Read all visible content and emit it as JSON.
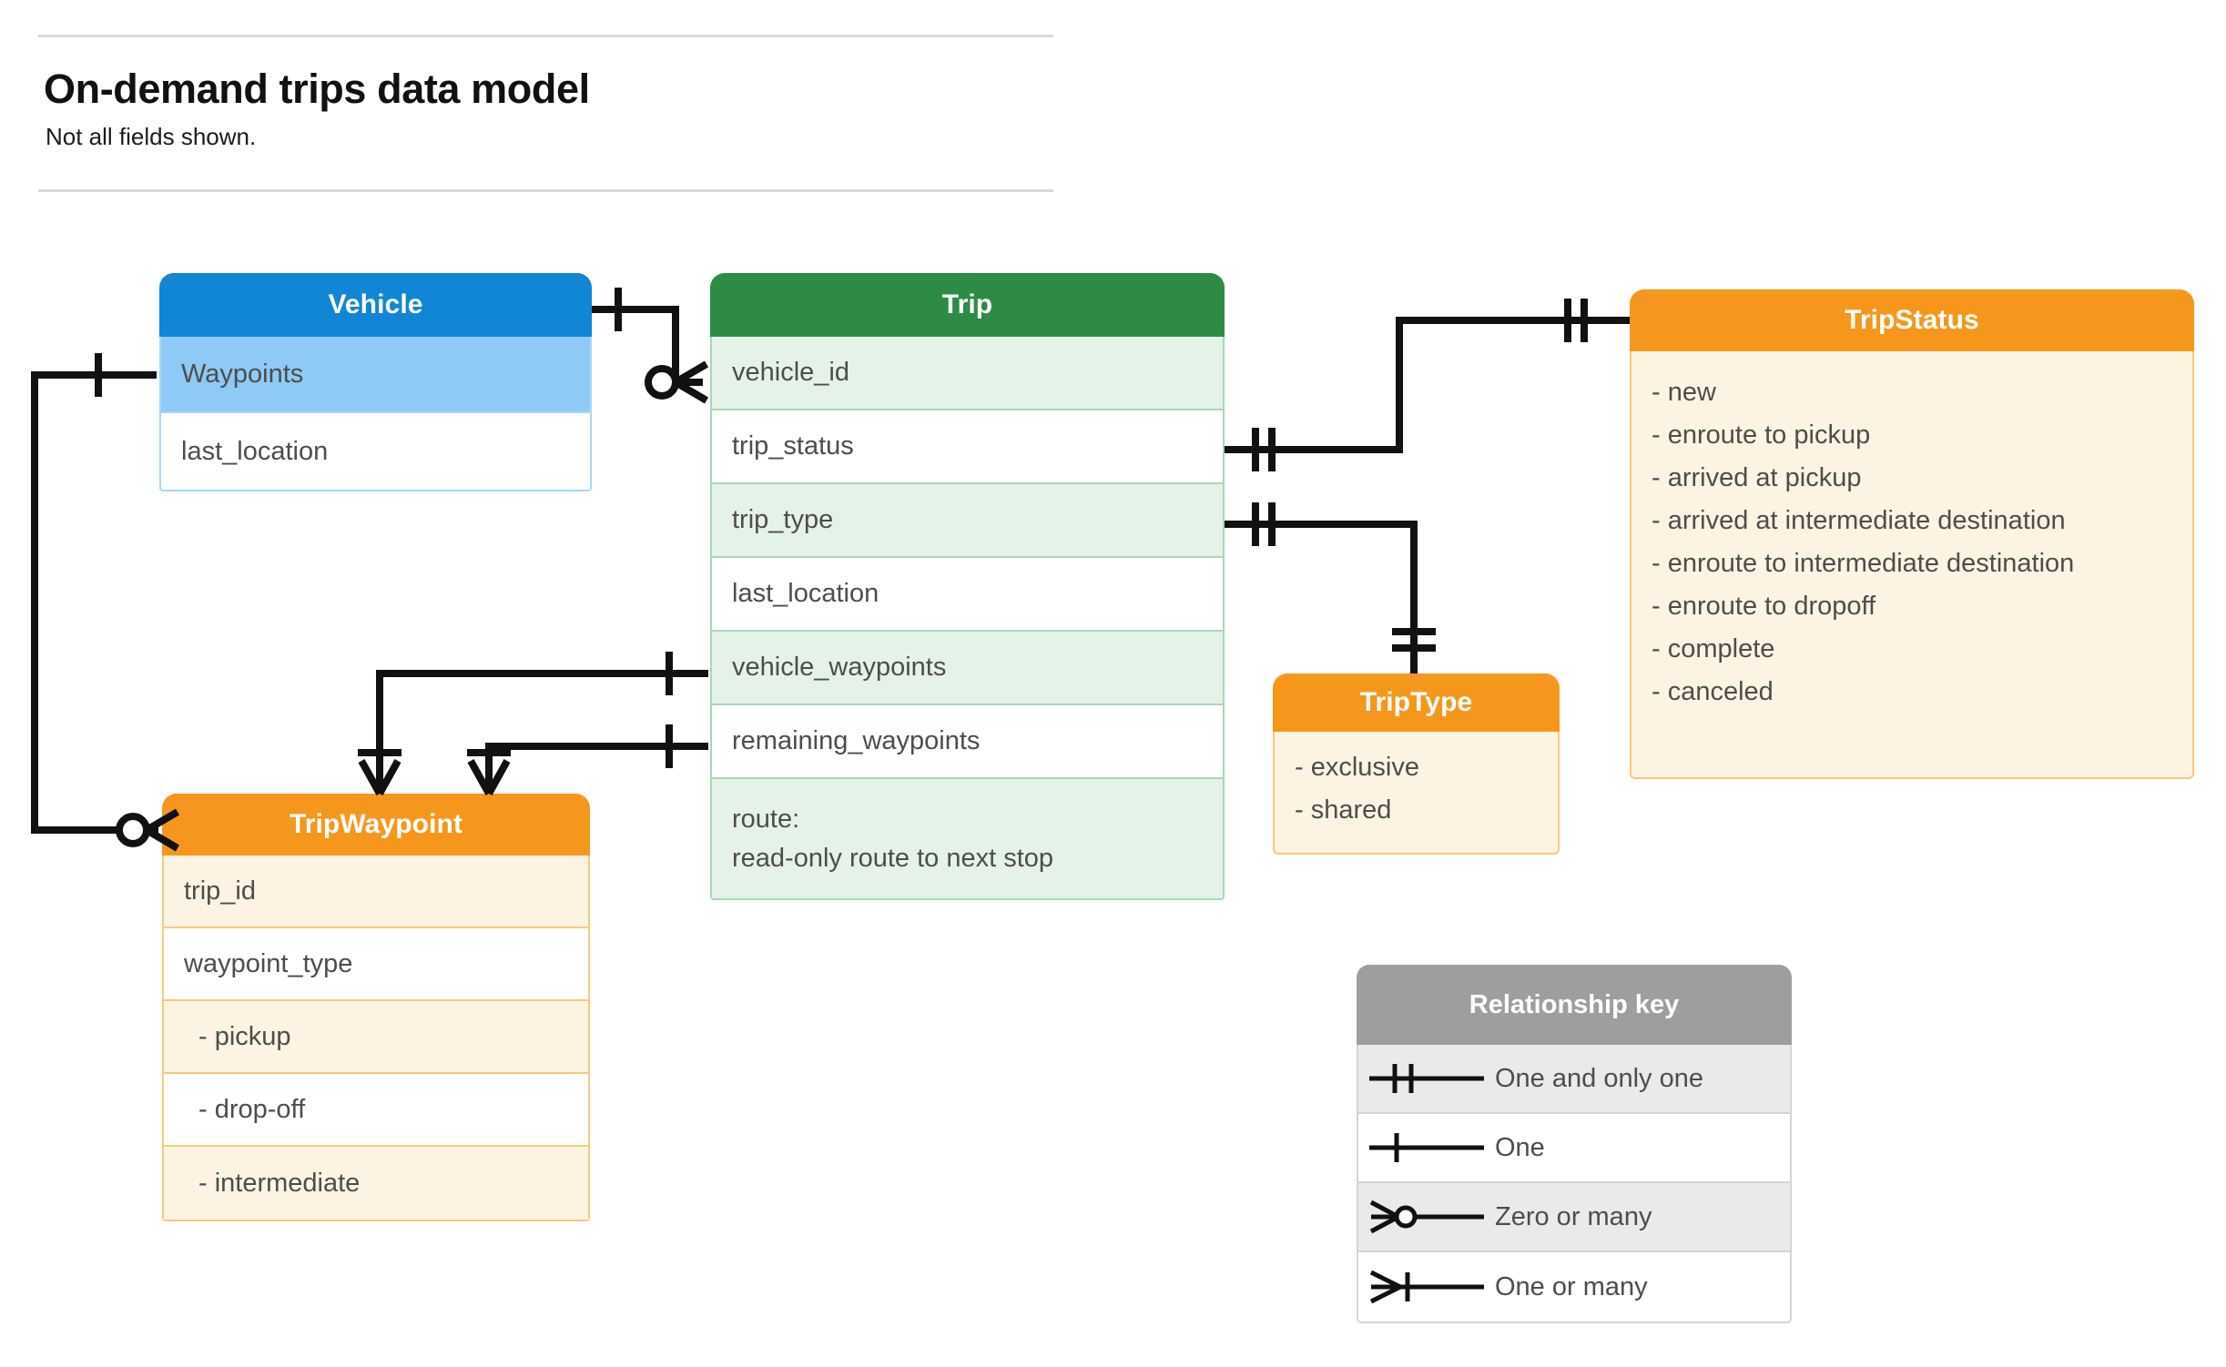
{
  "header": {
    "title": "On-demand trips data model",
    "subtitle": "Not all fields shown."
  },
  "entities": {
    "vehicle": {
      "name": "Vehicle",
      "color": "#1086d4",
      "fields": [
        {
          "label": "Waypoints",
          "highlighted": true
        },
        {
          "label": "last_location",
          "highlighted": false
        }
      ]
    },
    "trip": {
      "name": "Trip",
      "color": "#2e8b46",
      "fields": [
        {
          "label": "vehicle_id"
        },
        {
          "label": "trip_status"
        },
        {
          "label": "trip_type"
        },
        {
          "label": "last_location"
        },
        {
          "label": "vehicle_waypoints"
        },
        {
          "label": "remaining_waypoints"
        },
        {
          "label": "route:",
          "label2": "read-only route to next stop"
        }
      ]
    },
    "tripwaypoint": {
      "name": "TripWaypoint",
      "color": "#f6971d",
      "fields": [
        {
          "label": "trip_id"
        },
        {
          "label": "waypoint_type"
        },
        {
          "label": "-  pickup"
        },
        {
          "label": "-  drop-off"
        },
        {
          "label": "-  intermediate"
        }
      ]
    },
    "tripstatus": {
      "name": "TripStatus",
      "color": "#f6971d",
      "values": [
        "- new",
        "- enroute to pickup",
        "- arrived at pickup",
        "- arrived at intermediate destination",
        "- enroute to intermediate destination",
        "- enroute to dropoff",
        "- complete",
        "- canceled"
      ]
    },
    "triptype": {
      "name": "TripType",
      "color": "#f6971d",
      "values": [
        "- exclusive",
        "- shared"
      ]
    }
  },
  "legend": {
    "title": "Relationship key",
    "rows": [
      {
        "label": "One and only one",
        "symbol": "one-and-only-one-icon"
      },
      {
        "label": "One",
        "symbol": "one-icon"
      },
      {
        "label": "Zero or many",
        "symbol": "zero-or-many-icon"
      },
      {
        "label": "One or many",
        "symbol": "one-or-many-icon"
      }
    ]
  },
  "relationships": [
    {
      "from": "Vehicle",
      "to": "Trip.vehicle_id",
      "from_card": "One",
      "to_card": "Zero or many"
    },
    {
      "from": "Trip.trip_status",
      "to": "TripStatus",
      "from_card": "One and only one",
      "to_card": "One and only one"
    },
    {
      "from": "Trip.trip_type",
      "to": "TripType",
      "from_card": "One and only one",
      "to_card": "One and only one"
    },
    {
      "from": "Trip.vehicle_waypoints",
      "to": "TripWaypoint",
      "from_card": "One",
      "to_card": "One or many"
    },
    {
      "from": "Trip.remaining_waypoints",
      "to": "TripWaypoint",
      "from_card": "One",
      "to_card": "One or many"
    },
    {
      "from": "Vehicle.Waypoints",
      "to": "TripWaypoint",
      "from_card": "One",
      "to_card": "Zero or many"
    }
  ],
  "colors": {
    "blue": "#1086d4",
    "blue_light": "#8ecaf5",
    "green": "#2e8b46",
    "green_light": "#e5f2e8",
    "orange": "#f6971d",
    "cream": "#fdf3e2",
    "gray": "#9e9e9e"
  }
}
